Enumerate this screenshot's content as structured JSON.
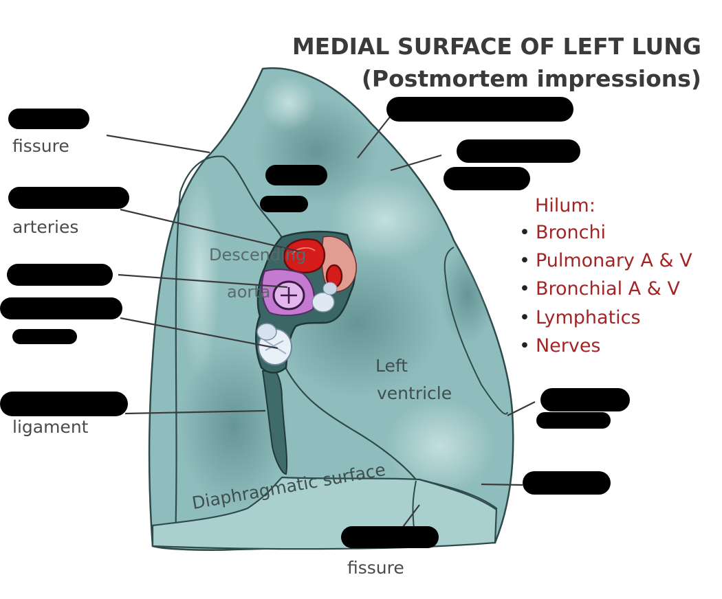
{
  "title": {
    "line1": "MEDIAL SURFACE OF LEFT  LUNG",
    "line2": "(Postmortem impressions)"
  },
  "labels": {
    "oblique_fissure_top": "fissure",
    "pulmonary_arteries": "arteries",
    "pulmonary_ligament": "ligament",
    "left_ventricle_1": "Left",
    "left_ventricle_2": "ventricle",
    "diaphragmatic_surface": "Diaphragmatic surface",
    "oblique_fissure_bottom": "fissure",
    "descending": "Descending",
    "aorta": "aorta"
  },
  "hilum": {
    "heading": "Hilum:",
    "items": [
      "Bronchi",
      "Pulmonary A & V",
      "Bronchial A & V",
      "Lymphatics",
      "Nerves"
    ]
  },
  "colors": {
    "lung": "#8fbfbf",
    "lung_dark": "#5f8f8f",
    "outline": "#2e4a4a",
    "artery": "#d0201e",
    "bronchi": "#c77ad6",
    "vein": "#e8f0f8",
    "hilum_red": "#a32424",
    "redaction": "#000000"
  }
}
